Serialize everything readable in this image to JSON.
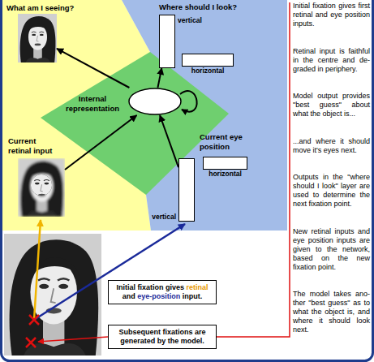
{
  "diagram": {
    "nodes": [
      {
        "text": [
          "What am I seeing?"
        ]
      },
      {
        "text": [
          "vertical"
        ]
      },
      {
        "text": [
          "horizontal"
        ]
      },
      {
        "text": [
          "Internal representation"
        ]
      },
      {
        "text": [
          "Current retinal input"
        ]
      },
      {
        "text": [
          "vertical"
        ]
      },
      {
        "text": [
          "horizontal"
        ]
      },
      {
        "text": [
          "Initial fixation gives retinal and eye-position input."
        ]
      },
      {
        "text": [
          "Subsequent fixations are generated by the model."
        ]
      }
    ],
    "edges": [
      {
        "from": 3,
        "to": 0,
        "arrow": "to"
      },
      {
        "from": 3,
        "to": 1,
        "arrow": "to"
      },
      {
        "from": 4,
        "to": 3,
        "arrow": "to"
      },
      {
        "from": 5,
        "to": 3,
        "arrow": "to"
      }
    ],
    "labels": [
      "Where should I look?",
      "Current eye position",
      "Initial fixation gives first retinal and eye position inputs.",
      "Retinal input is faithful in the centre and de-graded in periphery.",
      "Model output provides \"best guess\" about what the object is...",
      "...and where it should move it's eyes next.",
      "Outputs in the \"where should I look\" layer are used to determine the next fixation point.",
      "New retinal inputs and eye position inputs are given to the network, based on the new fixation point.",
      "The model takes ano-ther \"best guess\" as to what the object is, and where it should look next."
    ]
  }
}
